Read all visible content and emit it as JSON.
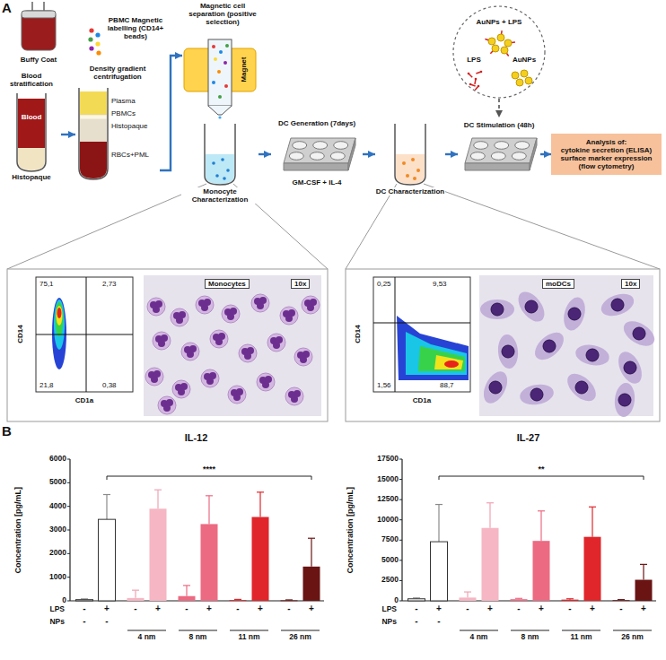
{
  "diagram": {
    "nodes": [
      {
        "text": [
          "Buffy Coat"
        ]
      },
      {
        "text": [
          "Blood stratification",
          "Blood",
          "Histopaque"
        ]
      },
      {
        "text": [
          "Density gradient centrifugation",
          "Plasma",
          "PBMCs",
          "Histopaque",
          "RBCs+PML"
        ]
      },
      {
        "text": [
          "Magnetic cell separation (positive selection)",
          "Magnet"
        ]
      },
      {
        "text": [
          "Monocyte Characterization"
        ]
      },
      {
        "text": [
          "DC Generation (7days)",
          "GM-CSF + IL-4"
        ]
      },
      {
        "text": [
          "DC Characterization"
        ]
      },
      {
        "text": [
          "AuNPs + LPS",
          "LPS",
          "AuNPs"
        ]
      },
      {
        "text": [
          "DC Stimulation (48h)"
        ]
      },
      {
        "text": [
          "Analysis of:",
          "cytokine secretion (ELISA)",
          "surface marker expression (flow cytometry)"
        ]
      },
      {
        "text": [
          "75,1",
          "2,73",
          "21,8",
          "0,38",
          "CD14",
          "CD1a"
        ]
      },
      {
        "text": [
          "Monocytes",
          "10x"
        ]
      },
      {
        "text": [
          "0,25",
          "9,53",
          "1,56",
          "88,7",
          "CD14",
          "CD1a"
        ]
      },
      {
        "text": [
          "moDCs",
          "10x"
        ]
      }
    ],
    "edges": [
      {
        "from": 1,
        "to": 2,
        "arrow": "to"
      },
      {
        "from": 2,
        "to": 3,
        "label": "PBMC Magnetic labelling (CD14+ beads)",
        "arrow": "to"
      },
      {
        "from": 4,
        "to": 5,
        "arrow": "to"
      },
      {
        "from": 5,
        "to": 6,
        "arrow": "to"
      },
      {
        "from": 6,
        "to": 8,
        "arrow": "to"
      },
      {
        "from": 7,
        "to": 8,
        "arrow": "to"
      },
      {
        "from": 8,
        "to": 9,
        "arrow": "to"
      }
    ],
    "labels": [
      "A",
      "B",
      "IL-12",
      "Concentration [pg/mL]",
      "0",
      "1000",
      "2000",
      "3000",
      "4000",
      "5000",
      "6000",
      "****",
      "LPS",
      "NPs",
      "-",
      "+",
      "-",
      "+",
      "-",
      "+",
      "-",
      "+",
      "-",
      "+",
      "-",
      "-",
      "4 nm",
      "8 nm",
      "11 nm",
      "26 nm",
      "IL-27",
      "Concentration [pg/mL]",
      "0",
      "2500",
      "5000",
      "7500",
      "10000",
      "12500",
      "15000",
      "17500",
      "**",
      "LPS",
      "NPs",
      "-",
      "+",
      "-",
      "+",
      "-",
      "+",
      "-",
      "+",
      "-",
      "+",
      "-",
      "-",
      "4 nm",
      "8 nm",
      "11 nm",
      "26 nm"
    ]
  }
}
